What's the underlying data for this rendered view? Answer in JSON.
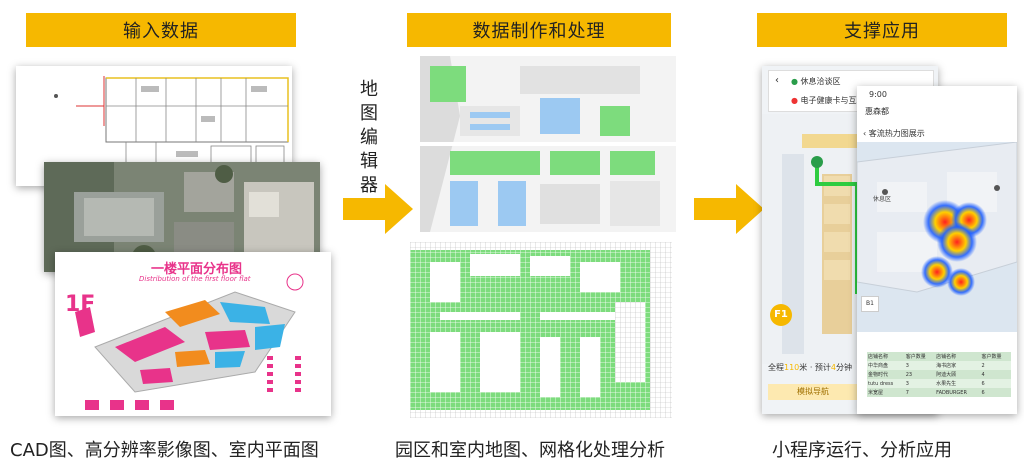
{
  "stages": [
    {
      "title": "输入数据",
      "caption": "CAD图、高分辨率影像图、室内平面图"
    },
    {
      "title": "数据制作和处理",
      "caption": "园区和室内地图、网格化处理分析"
    },
    {
      "title": "支撑应用",
      "caption": "小程序运行、分析应用"
    }
  ],
  "editor_label": "地图编辑器",
  "colors": {
    "accent": "#f6b800",
    "map_green": "#7ddc7d",
    "map_blue": "#9cc9f2",
    "floor_pink": "#e8338a"
  },
  "floorplan": {
    "title": "一楼平面分布图",
    "subtitle": "Distribution of the first floor flat",
    "floor_badge": "1F"
  },
  "app": {
    "search_items": [
      "休息洽谈区",
      "电子健康卡与互联"
    ],
    "status_time": "9:00",
    "header": "惠森都",
    "sub_header": "客流热力图展示",
    "floor_buttons": [
      "F1"
    ],
    "side_floor": "B1",
    "route_info": {
      "prefix": "全程",
      "distance": "110",
      "unit": "米 · 预计",
      "minutes": "4",
      "suffix": "分钟"
    },
    "nav_button": "模拟导航",
    "poi_label": "休息区",
    "table": {
      "headers": [
        "店铺名称",
        "客户数量",
        "店铺名称",
        "客户数量"
      ],
      "rows": [
        [
          "中华商盘",
          "3",
          "海书店家",
          "2"
        ],
        [
          "金物时代",
          "23",
          "阿迪大顾",
          "4"
        ],
        [
          "tutu dress",
          "3",
          "水果先生",
          "6"
        ],
        [
          "米宽屋",
          "7",
          "FADBURGER",
          "6"
        ]
      ]
    }
  }
}
